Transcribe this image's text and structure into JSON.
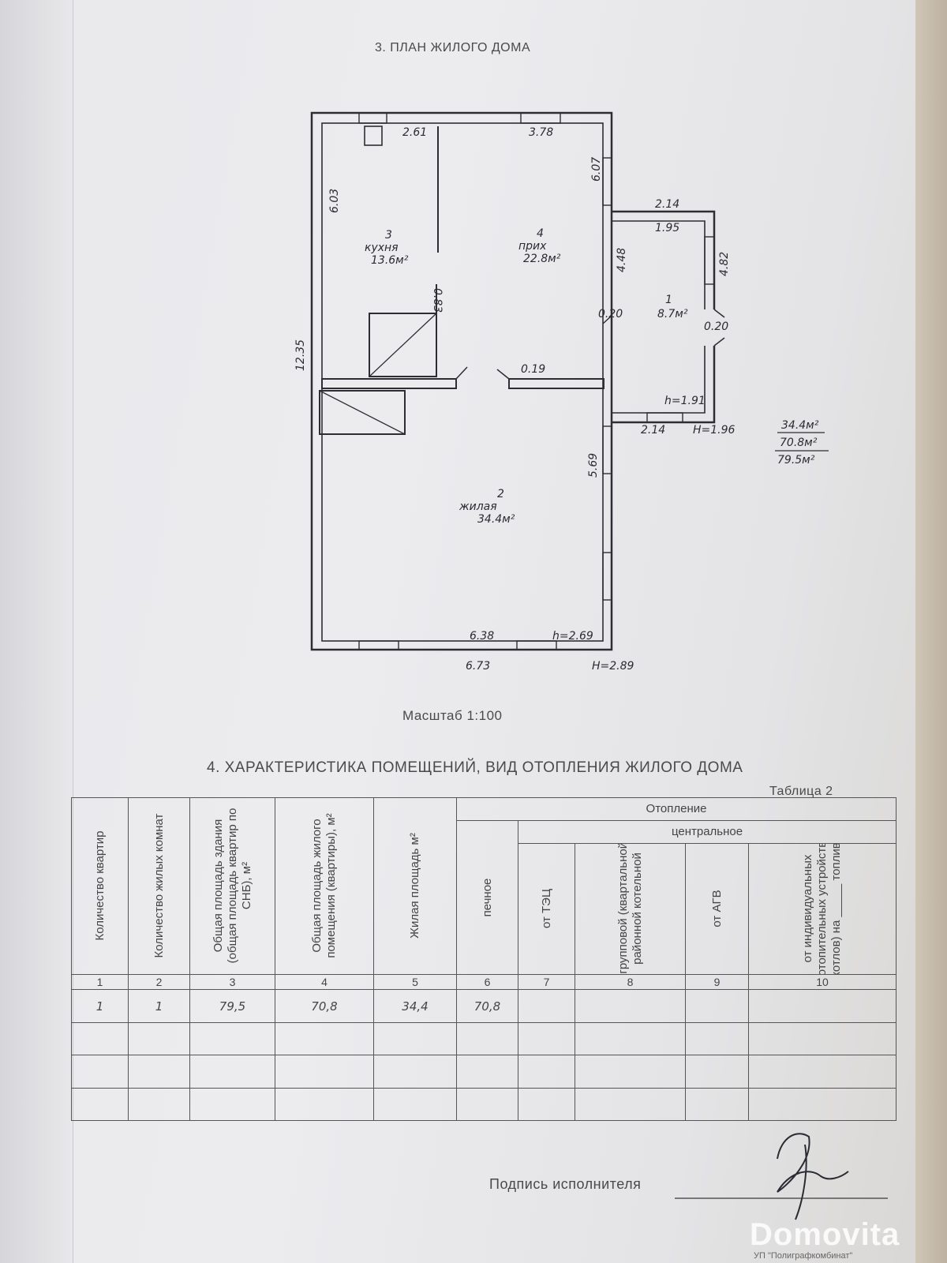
{
  "plan": {
    "title": "3. ПЛАН ЖИЛОГО ДОМА",
    "scale": "Масштаб 1:100",
    "rooms": [
      {
        "num": "3",
        "name": "кухня",
        "area": "13.6м²"
      },
      {
        "num": "4",
        "name": "прих",
        "area": "22.8м²"
      },
      {
        "num": "1",
        "name": "",
        "area": "8.7м²"
      },
      {
        "num": "2",
        "name": "жилая",
        "area": "34.4м²"
      }
    ],
    "dimensions": {
      "top_left": "2.61",
      "top_right": "3.78",
      "left_upper": "6.03",
      "right_upper": "6.07",
      "left_total": "12.35",
      "inner_wall": "0.83",
      "porch_top_outer": "2.14",
      "porch_top_inner": "1.95",
      "porch_left": "4.48",
      "porch_right": "4.82",
      "door_left": "0.20",
      "door_right": "0.20",
      "partition": "0.19",
      "porch_height_inner": "h=1.91",
      "porch_bottom": "2.14",
      "porch_height_outer": "H=1.96",
      "right_lower": "5.69",
      "bottom_inner": "6.38",
      "height_inner": "h=2.69",
      "bottom_outer": "6.73",
      "height_outer": "H=2.89"
    },
    "totals": [
      "34.4м²",
      "70.8м²",
      "79.5м²"
    ]
  },
  "section": {
    "title": "4. ХАРАКТЕРИСТИКА ПОМЕЩЕНИЙ, ВИД ОТОПЛЕНИЯ ЖИЛОГО ДОМА",
    "caption": "Таблица 2"
  },
  "table": {
    "headers": {
      "c1": "Количество квартир",
      "c2": "Количество жилых комнат",
      "c3": "Общая площадь здания (общая площадь квартир по СНБ), м²",
      "c4": "Общая площадь жилого помещения (квартиры), м²",
      "c5": "Жилая площадь м²",
      "heating": "Отопление",
      "central": "центральное",
      "c6": "печное",
      "c7": "от ТЭЦ",
      "c8": "от групповой (квартальной) и районной котельной",
      "c9": "от АГВ",
      "c10": "от индивидуальных отопительных устройств (котлов) на _____ топливе"
    },
    "numbers": [
      "1",
      "2",
      "3",
      "4",
      "5",
      "6",
      "7",
      "8",
      "9",
      "10"
    ],
    "rows": [
      [
        "1",
        "1",
        "79,5",
        "70,8",
        "34,4",
        "70,8",
        "",
        "",
        "",
        ""
      ],
      [
        "",
        "",
        "",
        "",
        "",
        "",
        "",
        "",
        "",
        ""
      ],
      [
        "",
        "",
        "",
        "",
        "",
        "",
        "",
        "",
        "",
        ""
      ],
      [
        "",
        "",
        "",
        "",
        "",
        "",
        "",
        "",
        "",
        ""
      ]
    ]
  },
  "signature": {
    "label": "Подпись исполнителя"
  },
  "watermark": {
    "brand": "Domovita",
    "publisher": "УП \"Полиграфкомбинат\""
  }
}
